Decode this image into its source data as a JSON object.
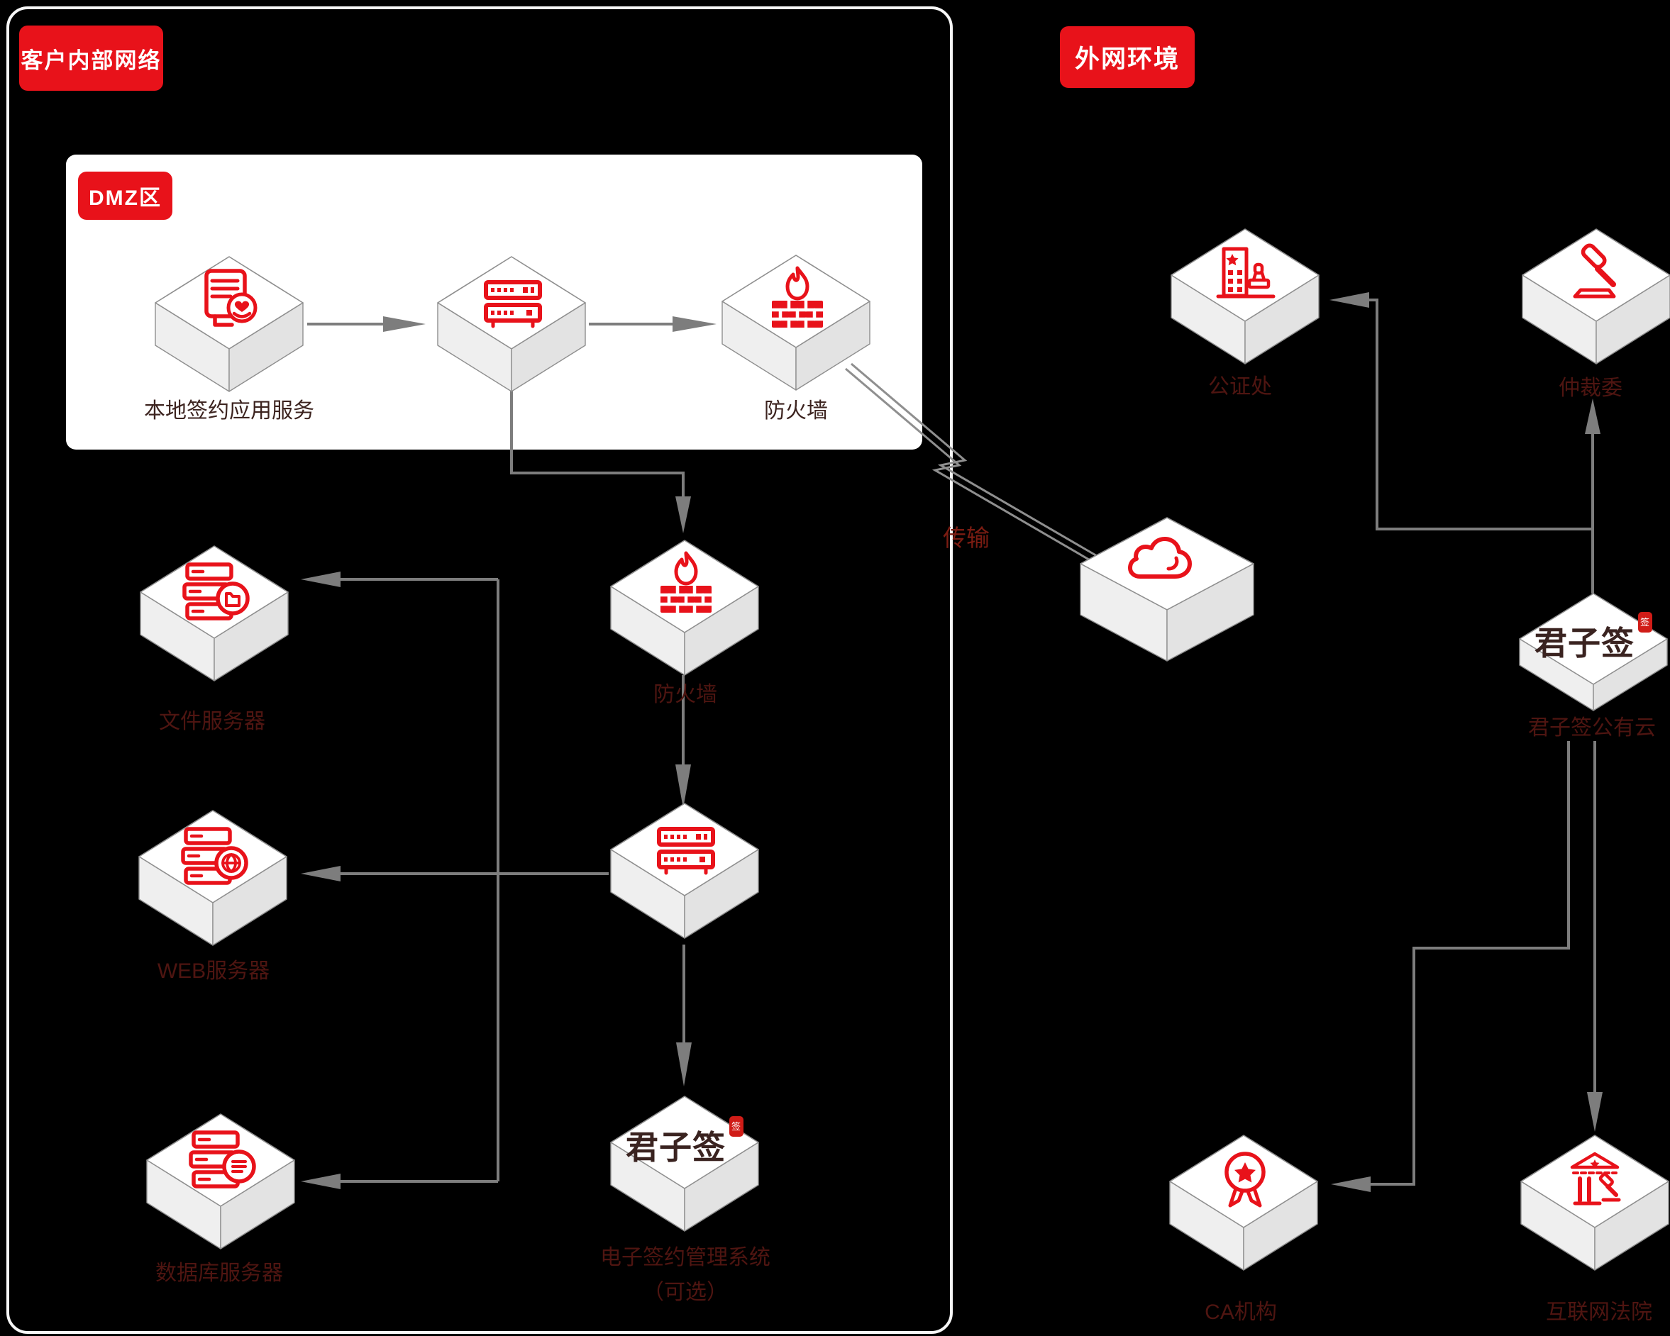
{
  "regions": {
    "intranet": {
      "title": "客户内部网络"
    },
    "dmz": {
      "title": "DMZ区"
    },
    "extranet": {
      "title": "外网环境"
    }
  },
  "connections": {
    "transfer_label": "传输"
  },
  "brand": {
    "logo_text": "君子签",
    "seal_text": "签"
  },
  "nodes": {
    "local_sign_app": {
      "label": "本地签约应用服务",
      "icon": "contract-app-icon"
    },
    "dmz_load_balancer": {
      "label": "",
      "icon": "server-stack-icon"
    },
    "dmz_firewall": {
      "label": "防火墙",
      "icon": "firewall-icon"
    },
    "file_server": {
      "label": "文件服务器",
      "icon": "file-server-icon"
    },
    "inner_firewall": {
      "label": "防火墙",
      "icon": "firewall-icon"
    },
    "web_server": {
      "label": "WEB服务器",
      "icon": "web-server-icon"
    },
    "app_load_balancer": {
      "label": "",
      "icon": "server-stack-icon"
    },
    "db_server": {
      "label": "数据库服务器",
      "icon": "db-server-icon"
    },
    "esign_system": {
      "label": "电子签约管理系统",
      "label2": "（可选）",
      "icon": "junzisign-logo"
    },
    "notary": {
      "label": "公证处",
      "icon": "notary-office-icon"
    },
    "arbitration": {
      "label": "仲裁委",
      "icon": "gavel-icon"
    },
    "public_cloud_node": {
      "label": "",
      "icon": "cloud-icon"
    },
    "junzisign_cloud": {
      "label": "君子签公有云",
      "icon": "junzisign-logo"
    },
    "ca_agency": {
      "label": "CA机构",
      "icon": "ca-medal-icon"
    },
    "internet_court": {
      "label": "互联网法院",
      "icon": "court-icon"
    }
  },
  "colors": {
    "accent_red": "#E8121A",
    "label_maroon": "#4F1511",
    "connector_gray": "#7D7D7D",
    "background": "#000000"
  }
}
